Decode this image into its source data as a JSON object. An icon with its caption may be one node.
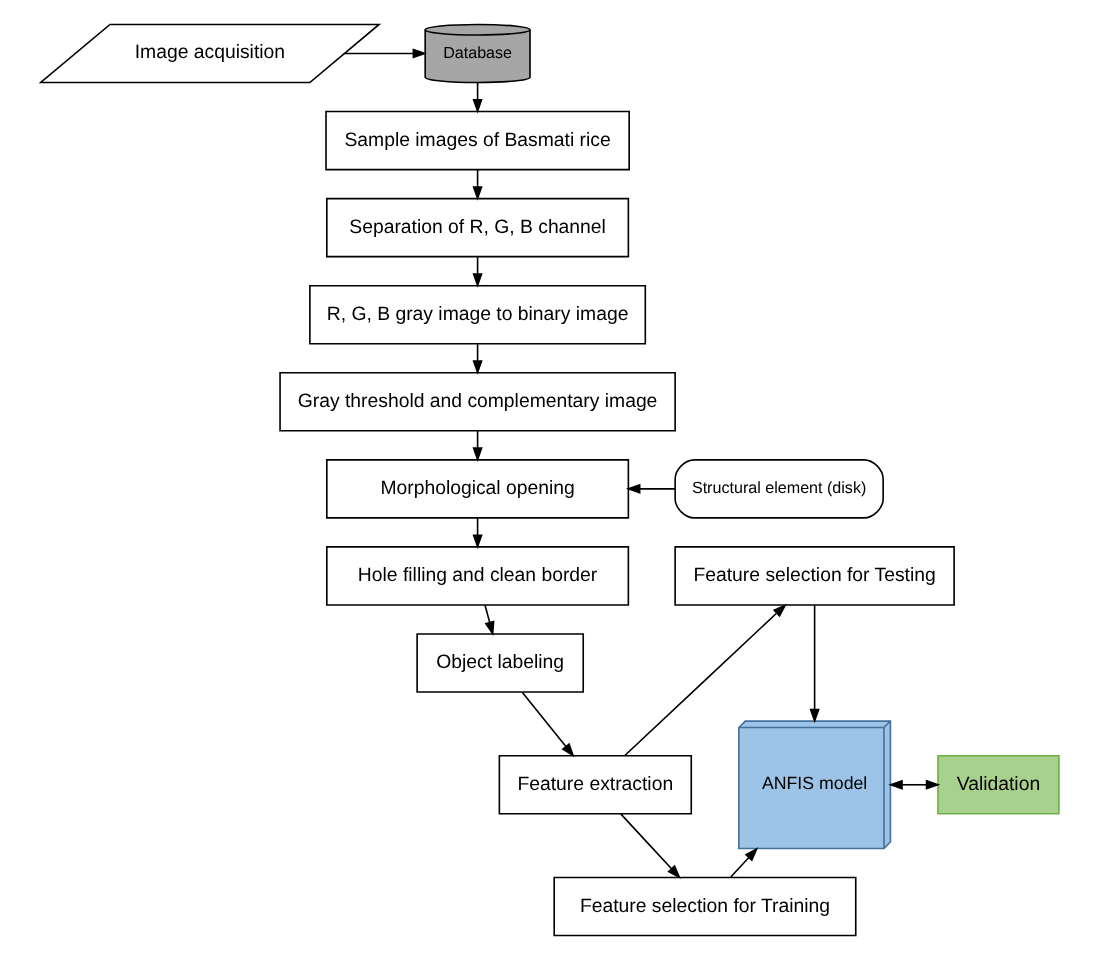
{
  "diagram": {
    "nodes": [
      {
        "text": [
          "Image acquisition"
        ]
      },
      {
        "text": [
          "Database"
        ]
      },
      {
        "text": [
          "Sample images of Basmati rice"
        ]
      },
      {
        "text": [
          "Separation of R, G, B channel"
        ]
      },
      {
        "text": [
          "R, G, B gray image to binary image"
        ]
      },
      {
        "text": [
          "Gray threshold and complementary image"
        ]
      },
      {
        "text": [
          "Structural element (disk)"
        ]
      },
      {
        "text": [
          "Morphological opening"
        ]
      },
      {
        "text": [
          "Hole filling and clean border"
        ]
      },
      {
        "text": [
          "Object labeling"
        ]
      },
      {
        "text": [
          "Feature extraction"
        ]
      },
      {
        "text": [
          "Feature selection for Testing"
        ]
      },
      {
        "text": [
          "ANFIS model"
        ]
      },
      {
        "text": [
          "Validation"
        ]
      },
      {
        "text": [
          "Feature selection for Training"
        ]
      }
    ],
    "edges": [
      {
        "from": 0,
        "to": 1,
        "arrow": "to"
      },
      {
        "from": 1,
        "to": 2,
        "arrow": "to"
      },
      {
        "from": 2,
        "to": 3,
        "arrow": "to"
      },
      {
        "from": 3,
        "to": 4,
        "arrow": "to"
      },
      {
        "from": 4,
        "to": 5,
        "arrow": "to"
      },
      {
        "from": 5,
        "to": 7,
        "arrow": "to"
      },
      {
        "from": 6,
        "to": 7,
        "arrow": "to"
      },
      {
        "from": 7,
        "to": 8,
        "arrow": "to"
      },
      {
        "from": 8,
        "to": 9,
        "arrow": "to"
      },
      {
        "from": 9,
        "to": 10,
        "arrow": "to"
      },
      {
        "from": 10,
        "to": 11,
        "arrow": "to"
      },
      {
        "from": 10,
        "to": 14,
        "arrow": "to"
      },
      {
        "from": 11,
        "to": 12,
        "arrow": "to"
      },
      {
        "from": 14,
        "to": 12,
        "arrow": "to"
      },
      {
        "from": 12,
        "to": 13,
        "arrow": "both"
      }
    ]
  }
}
